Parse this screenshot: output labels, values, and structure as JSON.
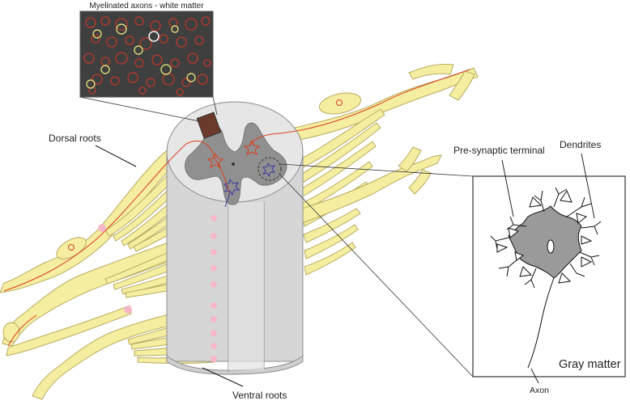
{
  "labels": {
    "inset_title": "Myelinated axons - white matter",
    "dorsal_roots": "Dorsal roots",
    "ventral_roots": "Ventral roots",
    "presynaptic_terminal": "Pre-synaptic terminal",
    "dendrites": "Dendrites",
    "gray_matter": "Gray matter",
    "axon": "Axon"
  },
  "colors": {
    "nerve_fill": "#f5eda0",
    "nerve_stroke": "#b7ad62",
    "cord_white_matter": "#d4d4d4",
    "cord_gray_matter": "#8f8f8f",
    "neuron_body": "#9a9a9a",
    "sensory_pathway": "#d8401e",
    "motor_neuron": "#3a3aa0",
    "synapse_glow": "#f6b8c8",
    "inset_background": "#3f3f3f",
    "axon_ring": "#b8392a",
    "axon_ring_highlight": "#d8d97a"
  }
}
